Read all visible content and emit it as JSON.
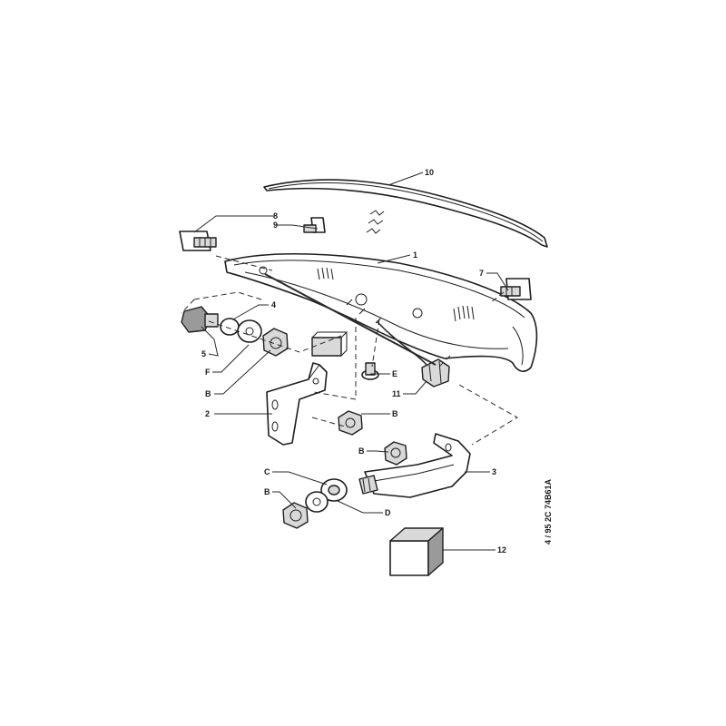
{
  "callouts": {
    "c1": "1",
    "c2": "2",
    "c3": "3",
    "c4": "4",
    "c5": "5",
    "c7": "7",
    "c8": "8",
    "c9": "9",
    "c10": "10",
    "c11": "11",
    "c12": "12",
    "cB1": "B",
    "cB2": "B",
    "cB3": "B",
    "cB4": "B",
    "cC": "C",
    "cD": "D",
    "cE": "E",
    "cF": "F"
  },
  "reference_code": "4 / 95  2C 74B61A"
}
